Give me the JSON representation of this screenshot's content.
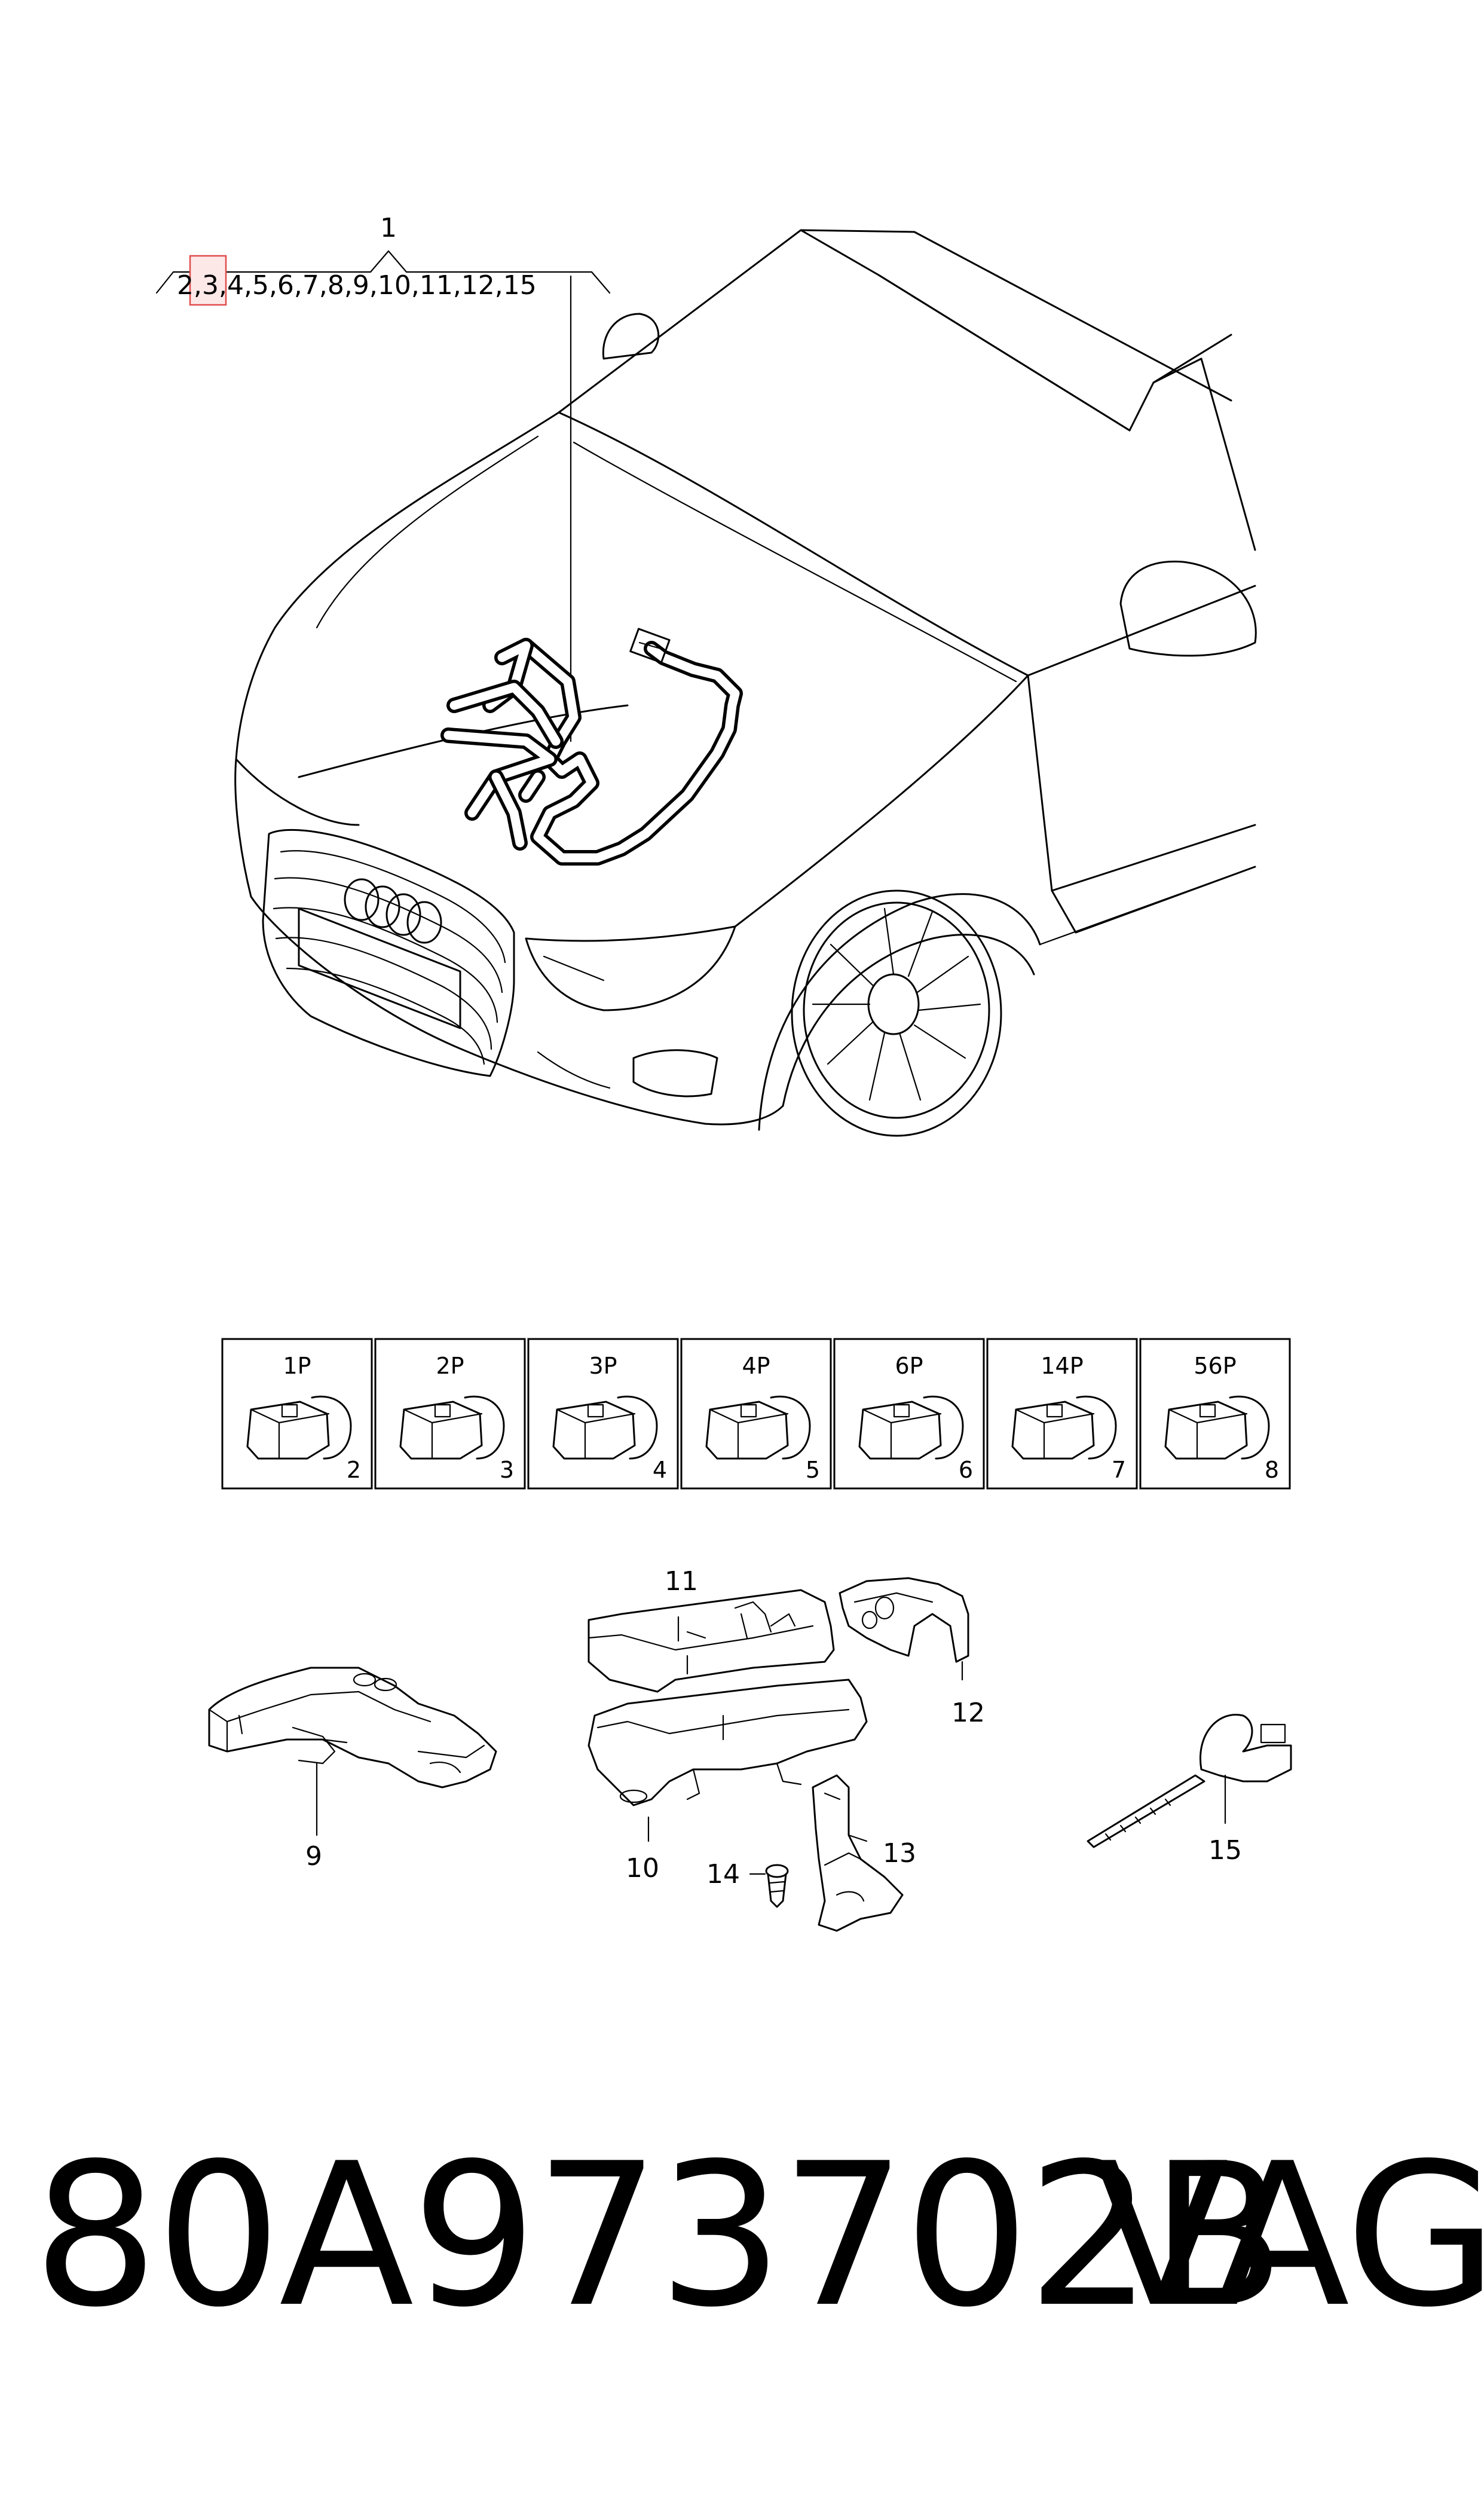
{
  "callout": {
    "main_number": "1",
    "sub_items_pre": "2,",
    "sub_items_highlight": "3",
    "sub_items_post": ",4,5,6,7,8,9,10,11,12,15"
  },
  "connectors": [
    {
      "pins": "1P",
      "item": "2"
    },
    {
      "pins": "2P",
      "item": "3"
    },
    {
      "pins": "3P",
      "item": "4"
    },
    {
      "pins": "4P",
      "item": "5"
    },
    {
      "pins": "6P",
      "item": "6"
    },
    {
      "pins": "14P",
      "item": "7"
    },
    {
      "pins": "56P",
      "item": "8"
    }
  ],
  "part_labels": {
    "p9": "9",
    "p10": "10",
    "p11": "11",
    "p12": "12",
    "p13": "13",
    "p14": "14",
    "p15": "15"
  },
  "footer": {
    "part_number": "80A973702B",
    "brand": "VAG"
  },
  "colors": {
    "line": "#000000",
    "highlight_border": "#e24b4b",
    "highlight_fill": "#fde8e8"
  }
}
